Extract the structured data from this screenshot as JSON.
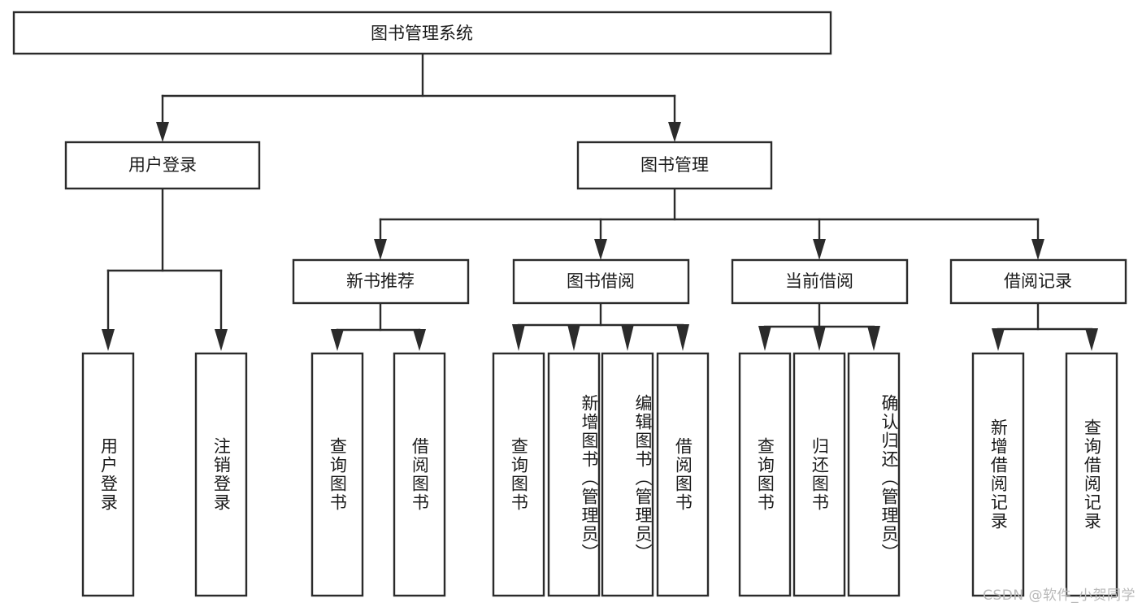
{
  "diagram": {
    "title": "图书管理系统",
    "type": "hierarchy-tree",
    "watermark": "CSDN @软件_小贺同学",
    "colors": {
      "stroke": "#2b2b2b",
      "box_fill": "#ffffff",
      "text": "#1b1b1b",
      "background": "#ffffff",
      "watermark": "#b9b9b9"
    },
    "root": {
      "label": "图书管理系统"
    },
    "level2": [
      {
        "label": "用户登录"
      },
      {
        "label": "图书管理"
      }
    ],
    "level3": [
      {
        "label": "新书推荐"
      },
      {
        "label": "图书借阅"
      },
      {
        "label": "当前借阅"
      },
      {
        "label": "借阅记录"
      }
    ],
    "leaves": {
      "user_login": [
        {
          "label": "用户登录",
          "align": "centered"
        },
        {
          "label": "注销登录",
          "align": "centered"
        }
      ],
      "new_book_recommend": [
        {
          "label": "查询图书",
          "align": "centered"
        },
        {
          "label": "借阅图书",
          "align": "centered"
        }
      ],
      "book_borrow": [
        {
          "label": "查询图书",
          "align": "centered"
        },
        {
          "label": "新增图书（管理员）",
          "align": "topped"
        },
        {
          "label": "编辑图书（管理员）",
          "align": "topped"
        },
        {
          "label": "借阅图书",
          "align": "centered"
        }
      ],
      "current_borrow": [
        {
          "label": "查询图书",
          "align": "centered"
        },
        {
          "label": "归还图书",
          "align": "centered"
        },
        {
          "label": "确认归还（管理员）",
          "align": "topped"
        }
      ],
      "borrow_records": [
        {
          "label": "新增借阅记录",
          "align": "centered"
        },
        {
          "label": "查询借阅记录",
          "align": "centered"
        }
      ]
    }
  }
}
